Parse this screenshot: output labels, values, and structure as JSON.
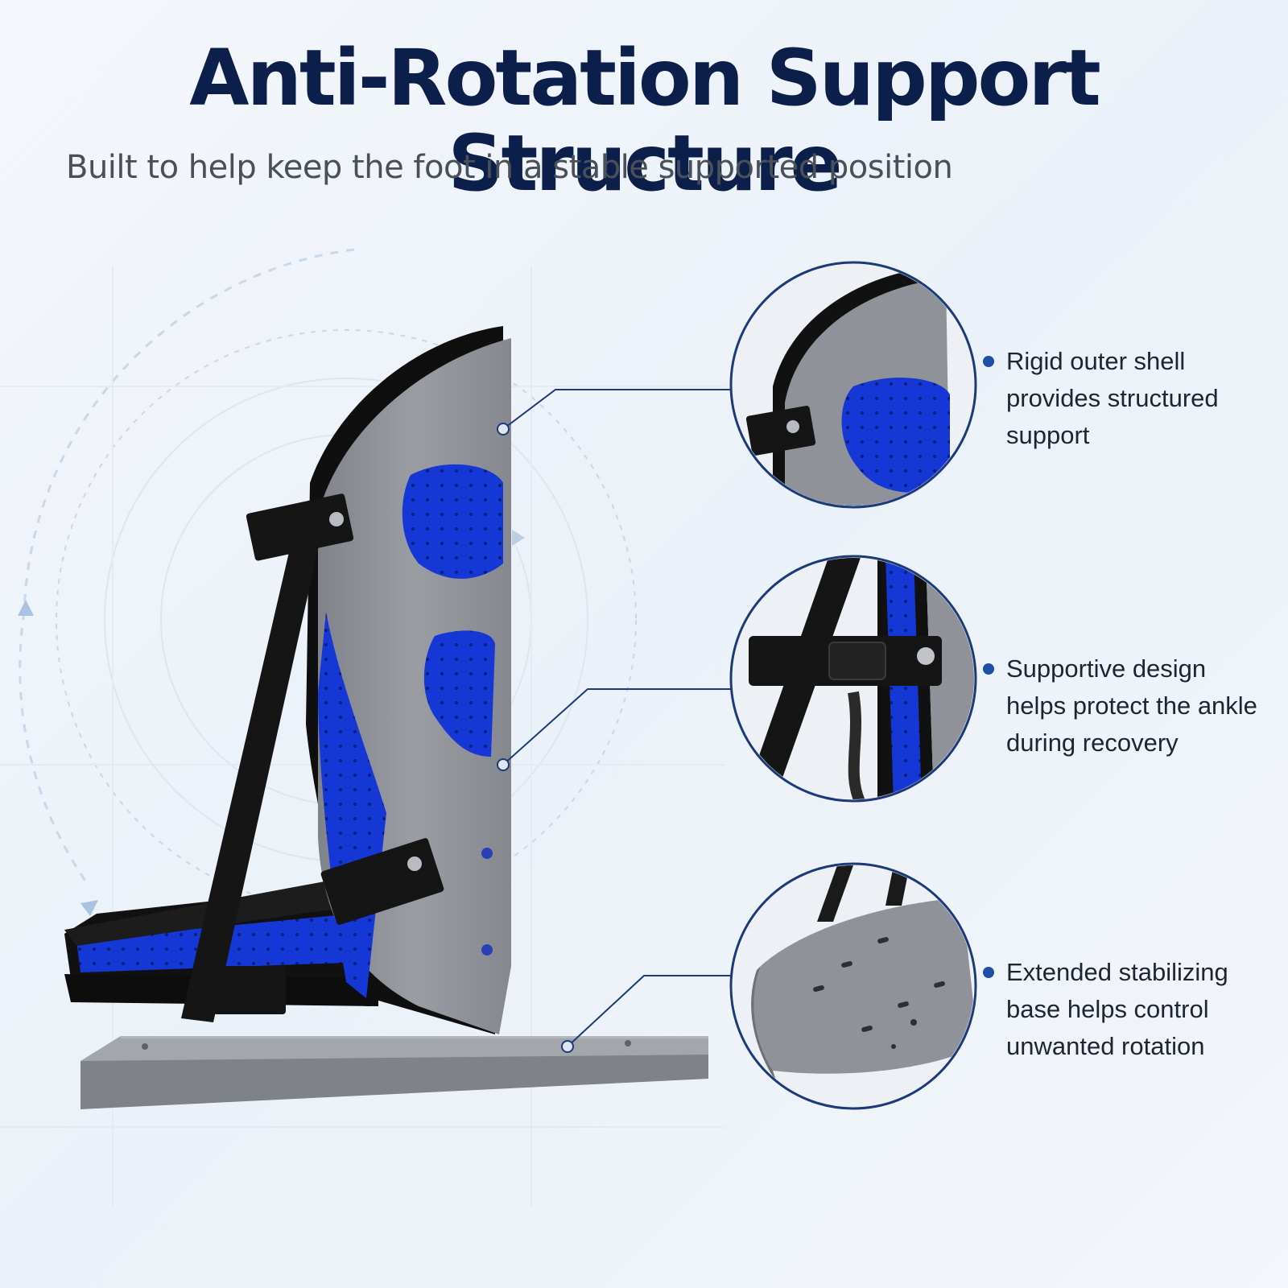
{
  "header": {
    "title": "Anti-Rotation Support Structure",
    "subtitle": "Built to help keep the foot in a stable supported position"
  },
  "features": [
    {
      "text": "Rigid outer shell provides structured support",
      "callout": "shell"
    },
    {
      "text": "Supportive design helps protect the ankle during recovery",
      "callout": "strap"
    },
    {
      "text": "Extended stabilizing base helps control unwanted rotation",
      "callout": "base"
    }
  ],
  "colors": {
    "title": "#0c1f4a",
    "accent": "#1d4fa6",
    "shell_gray": "#8d9096",
    "foam_blue": "#1537d6",
    "strap_black": "#151515",
    "circle_border": "#1a3a78"
  }
}
